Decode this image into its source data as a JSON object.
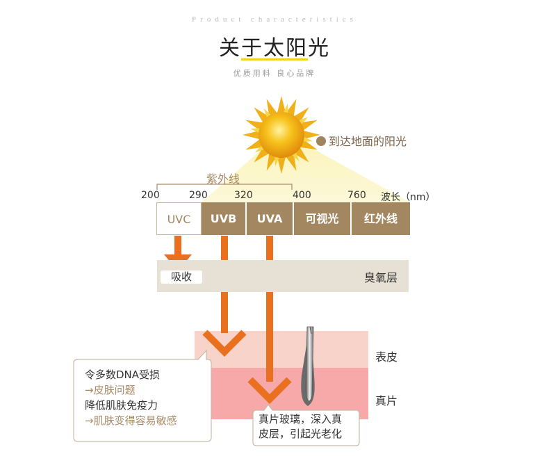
{
  "header": {
    "eyebrow": "Product characteristics",
    "title": "关于太阳光",
    "subtitle": "优质用料  良心品牌"
  },
  "sun": {
    "label": "到达地面的阳光"
  },
  "spectrum": {
    "uv_group_label": "紫外线",
    "ticks": [
      "200",
      "290",
      "320",
      "400",
      "760"
    ],
    "axis_label": "波长（nm）",
    "bands": [
      "UVC",
      "UVB",
      "UVA",
      "可视光",
      "红外线"
    ]
  },
  "ozone": {
    "absorb_label": "吸收",
    "layer_label": "臭氧层"
  },
  "skin": {
    "epidermis_label": "表皮",
    "dermis_label": "真片"
  },
  "callouts": {
    "uvb": {
      "line1": "令多数DNA受损",
      "line2": "→皮肤问题",
      "line3": "降低肌肤免疫力",
      "line4": "→肌肤变得容易敏感"
    },
    "uva": {
      "line1": "真片玻璃，深入真",
      "line2": "皮层，引起光老化"
    }
  },
  "colors": {
    "band_brown": "#a38761",
    "arrow_orange": "#e8701f",
    "ozone_gray": "#e6e1d4",
    "epidermis": "#f8d3c9",
    "dermis": "#f6a9a8",
    "accent_yellow": "#f2d21b"
  },
  "icons": [
    "sun-icon",
    "hair-follicle-icon"
  ]
}
